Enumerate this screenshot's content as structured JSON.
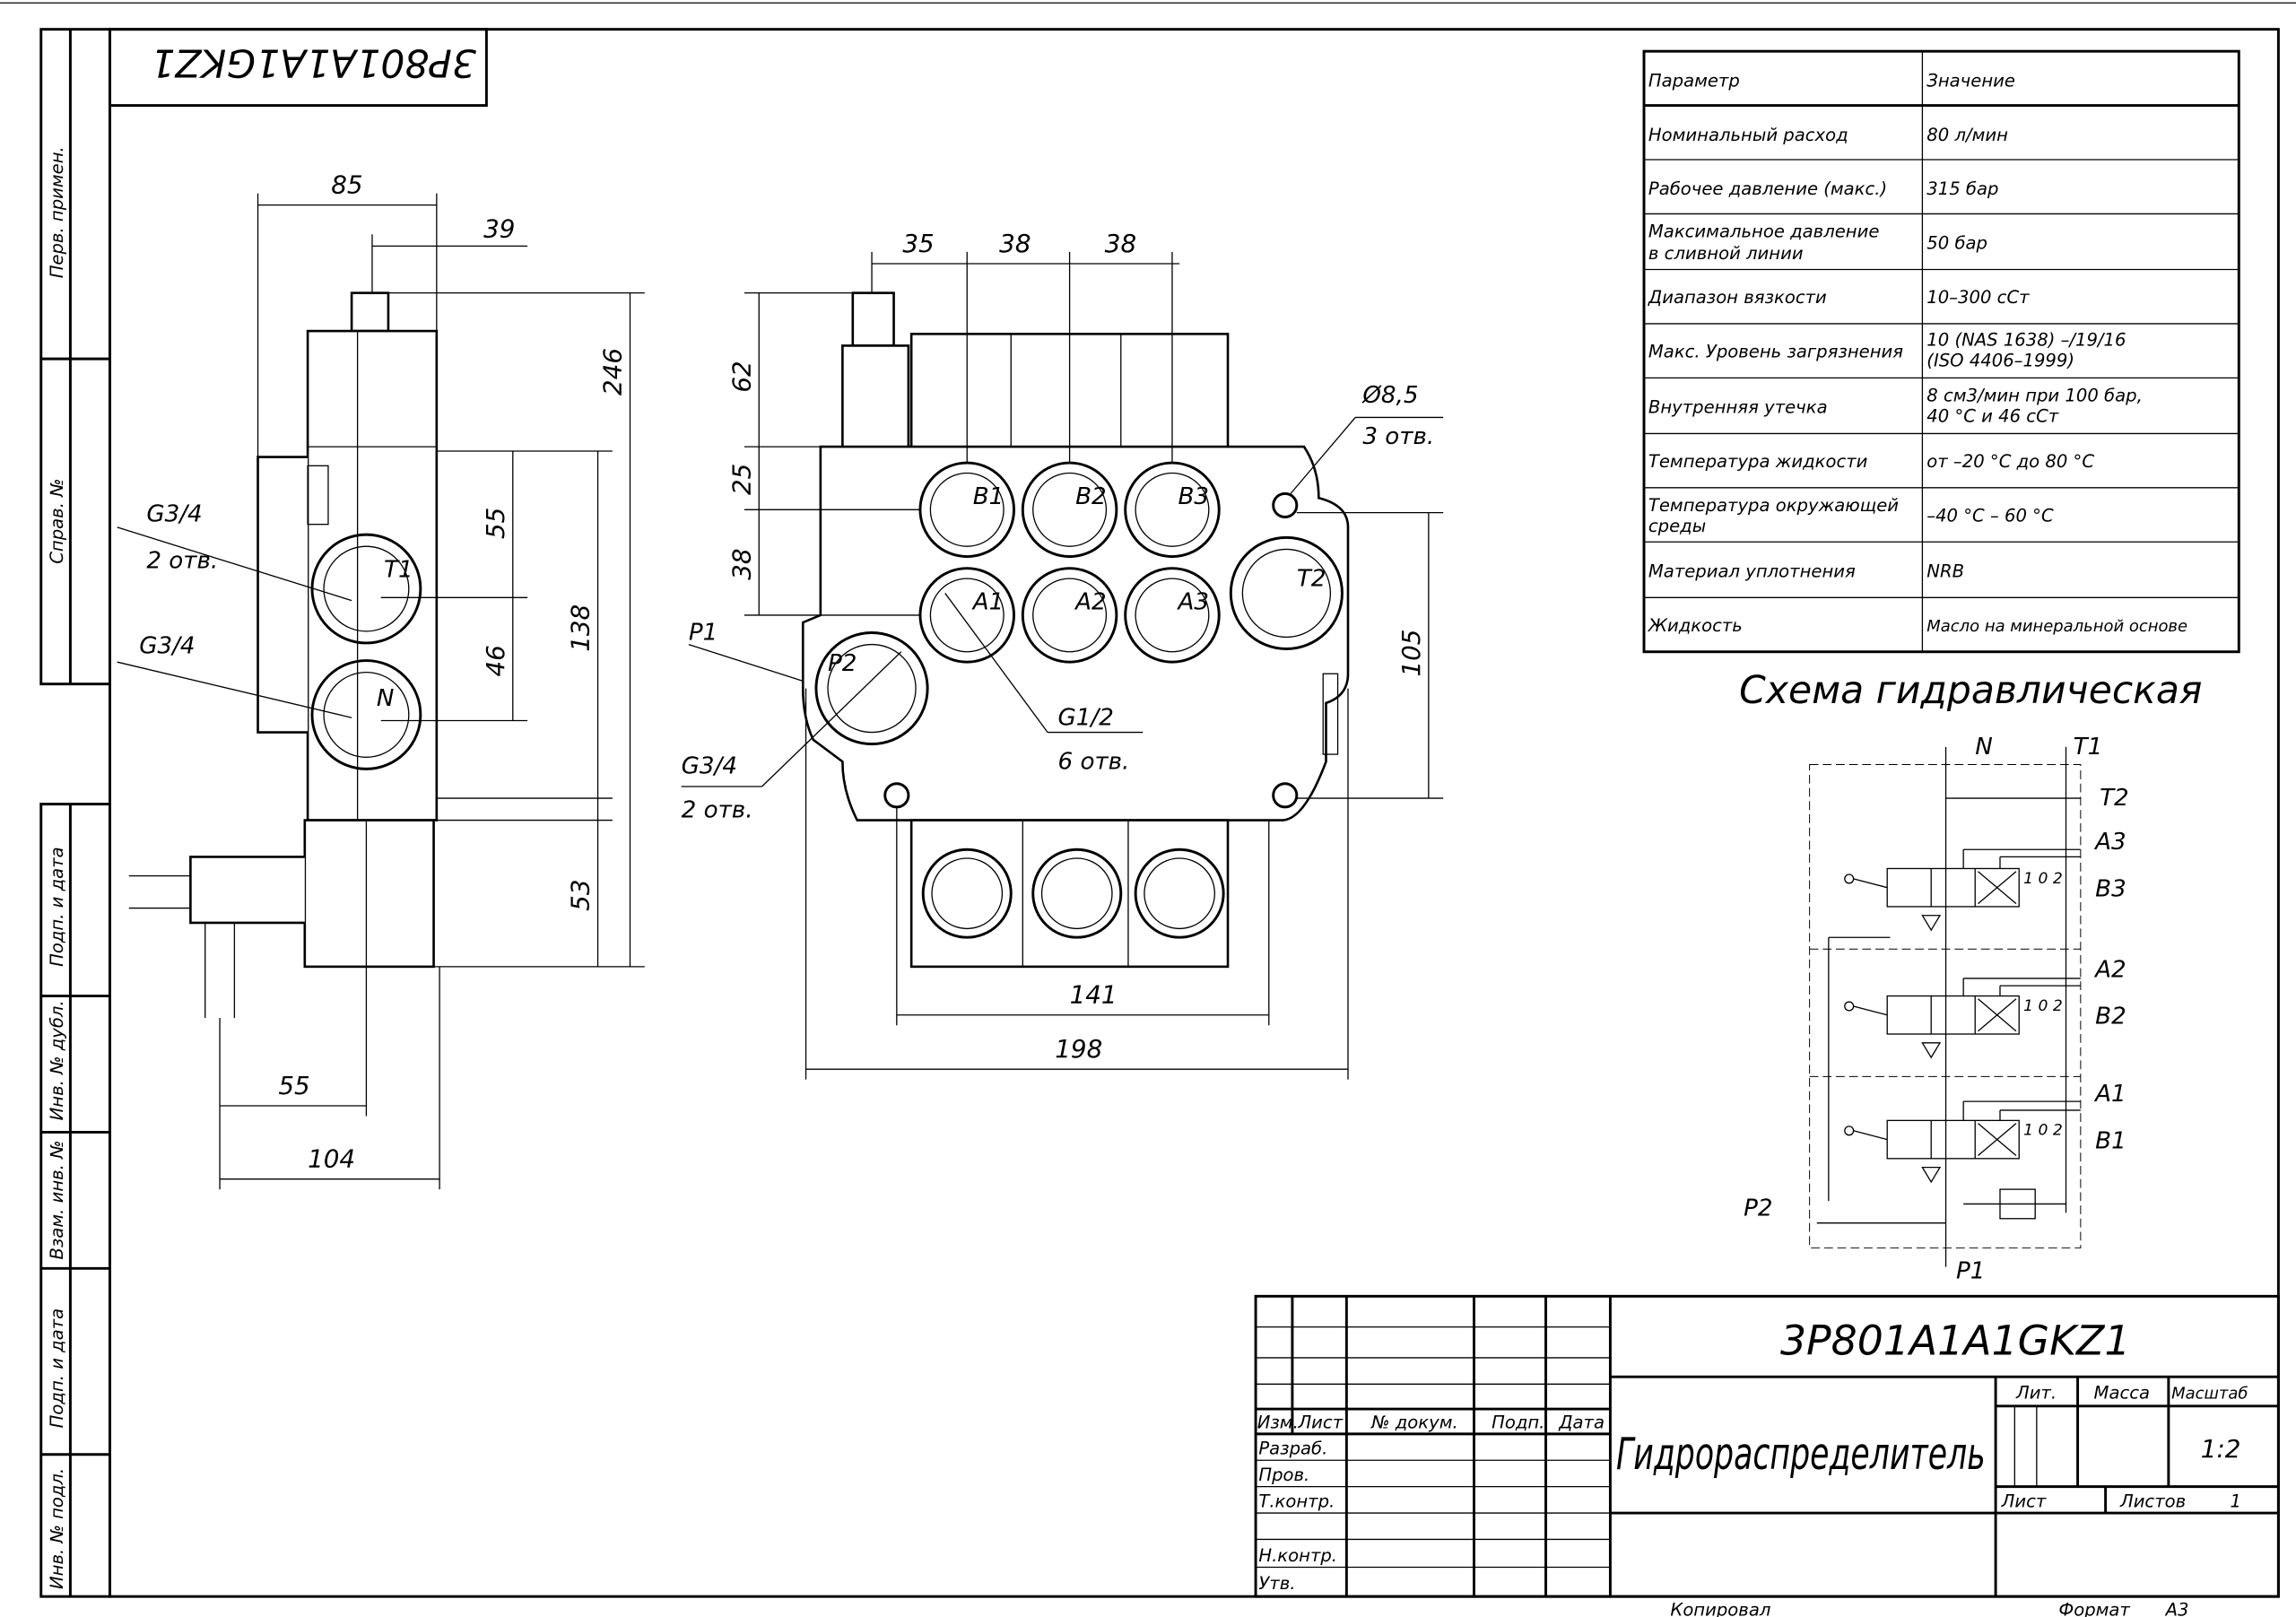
{
  "stamp_code": "3P801A1A1GKZ1",
  "side_strip": {
    "perv": "Перв. примен.",
    "sprav": "Справ. №",
    "podp1": "Подп. и дата",
    "inv_dubl": "Инв. № дубл.",
    "vzam": "Взам. инв. №",
    "podp2": "Подп. и дата",
    "inv_podl": "Инв. № подл."
  },
  "params": {
    "header": [
      "Параметр",
      "Значение"
    ],
    "rows": [
      {
        "p": [
          "Номинальный расход"
        ],
        "v": [
          "80 л/мин"
        ]
      },
      {
        "p": [
          "Рабочее давление (макс.)"
        ],
        "v": [
          "315 бар"
        ]
      },
      {
        "p": [
          "Максимальное давление",
          " в сливной линии"
        ],
        "v": [
          "50 бар"
        ]
      },
      {
        "p": [
          "Диапазон вязкости"
        ],
        "v": [
          "10–300 сСт"
        ]
      },
      {
        "p": [
          "Макс. Уровень загрязнения"
        ],
        "v": [
          "10 (NAS 1638) –/19/16",
          "(ISO 4406–1999)"
        ]
      },
      {
        "p": [
          "Внутренняя утечка"
        ],
        "v": [
          "8 см3/мин при 100 бар,",
          " 40 °С и 46 сСт"
        ]
      },
      {
        "p": [
          "Температура жидкости"
        ],
        "v": [
          "от –20 °С до 80 °С"
        ]
      },
      {
        "p": [
          "Температура окружающей",
          "среды"
        ],
        "v": [
          "–40 °С – 60 °С"
        ]
      },
      {
        "p": [
          "Материал уплотнения"
        ],
        "v": [
          "NRB"
        ]
      },
      {
        "p": [
          "Жидкость"
        ],
        "v": [
          "Масло на минеральной основе"
        ]
      }
    ]
  },
  "side_view": {
    "dims": [
      "85",
      "39",
      "246",
      "55",
      "46",
      "138",
      "53",
      "55",
      "104"
    ],
    "callouts": [
      "G3/4",
      "2 отв.",
      "G3/4"
    ],
    "ports": [
      "T1",
      "N"
    ]
  },
  "front_view": {
    "dims": [
      "35",
      "38",
      "38",
      "62",
      "25",
      "38",
      "105",
      "141",
      "198"
    ],
    "callouts": [
      "Ø8,5",
      "3 отв.",
      "P1",
      "G1/2",
      "6 отв.",
      "G3/4",
      "2 отв."
    ],
    "ports": [
      "B1",
      "B2",
      "B3",
      "A1",
      "A2",
      "A3",
      "T2",
      "P2"
    ]
  },
  "schematic": {
    "title": "Схема гидравлическая",
    "labels": [
      "N",
      "T1",
      "T2",
      "A3",
      "B3",
      "A2",
      "B2",
      "A1",
      "B1",
      "P2",
      "P1"
    ],
    "positions": "1 0 2"
  },
  "title_block": {
    "designation": "3P801A1A1GKZ1",
    "name": "Гидрораспределитель",
    "col_headers": [
      "Изм.",
      "Лист",
      "№ докум.",
      "Подп.",
      "Дата"
    ],
    "roles": [
      "Разраб.",
      "Пров.",
      "Т.контр.",
      "Н.контр.",
      "Утв."
    ],
    "lit": "Лит.",
    "mass": "Масса",
    "scale_label": "Масштаб",
    "scale": "1:2",
    "sheet": "Лист",
    "sheets": "Листов",
    "sheets_count": "1",
    "copied": "Копировал",
    "format_label": "Формат",
    "format": "А3"
  }
}
